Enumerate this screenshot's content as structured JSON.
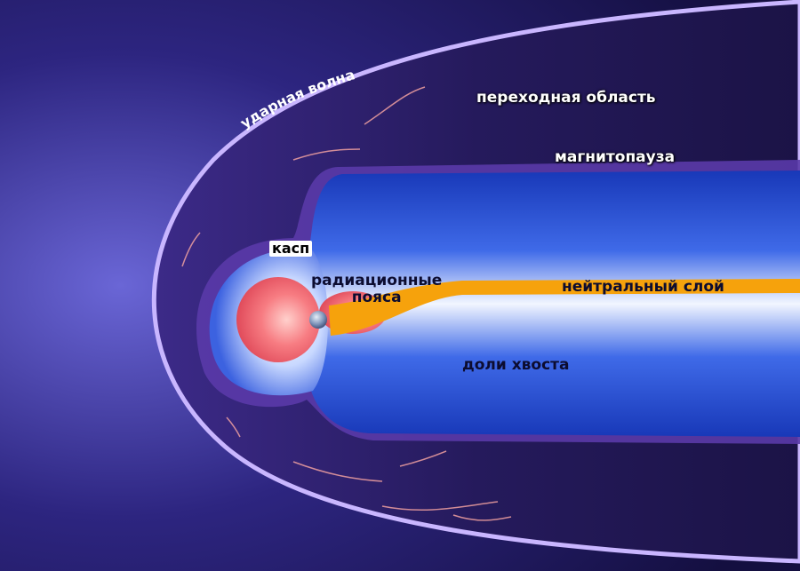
{
  "labels": {
    "bow_shock": "ударная волна",
    "transition_region": "переходная область",
    "magnetopause": "магнитопауза",
    "cusp": "касп",
    "radiation_belts_line1": "радиационные",
    "radiation_belts_line2": "пояса",
    "neutral_sheet": "нейтральный слой",
    "tail_lobes": "доли хвоста"
  },
  "colors": {
    "space": "#1a1454",
    "sheath": "#3a2a82",
    "bow_shock_edge": "#c9b6ff",
    "magnetosphere": "#1f4fd8",
    "inner_field": "#d8e4ff",
    "radiation_belt": "#f5707a",
    "neutral_sheet": "#f6a20c",
    "earth": "#8fa8c8"
  }
}
